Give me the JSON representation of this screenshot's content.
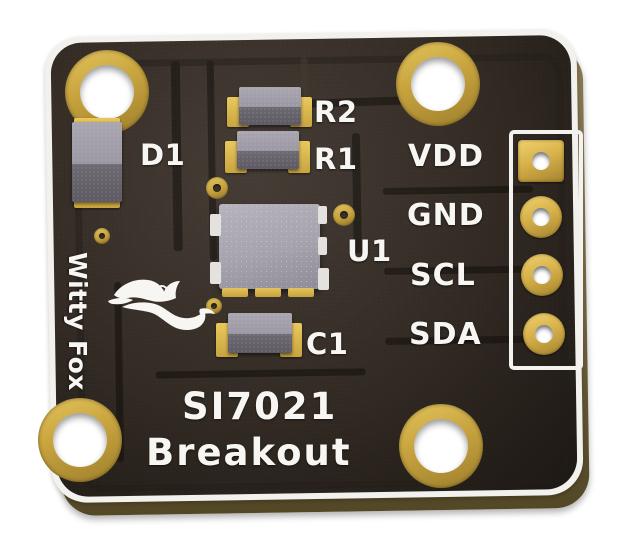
{
  "product": {
    "title_line1": "SI7021",
    "title_line2": "Breakout",
    "brand": "Witty Fox"
  },
  "header": {
    "pins": [
      {
        "label": "VDD",
        "pad_shape": "square"
      },
      {
        "label": "GND",
        "pad_shape": "round"
      },
      {
        "label": "SCL",
        "pad_shape": "round"
      },
      {
        "label": "SDA",
        "pad_shape": "round"
      }
    ]
  },
  "components": [
    {
      "ref": "D1",
      "type": "diode"
    },
    {
      "ref": "R2",
      "type": "resistor"
    },
    {
      "ref": "R1",
      "type": "resistor"
    },
    {
      "ref": "U1",
      "type": "sensor-ic"
    },
    {
      "ref": "C1",
      "type": "capacitor"
    }
  ],
  "colors": {
    "soldermask": "#332b24",
    "silkscreen": "#f7f6f3",
    "pad_gold": "#d8b24a",
    "board_edge": "#6f6140",
    "background": "#ffffff"
  }
}
